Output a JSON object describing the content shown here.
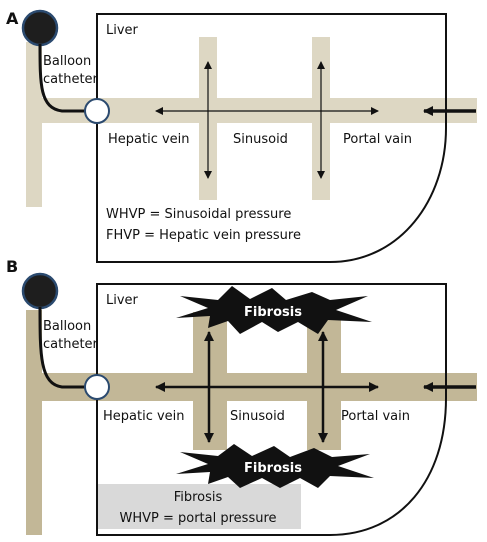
{
  "panels": {
    "a": {
      "letter": "A",
      "liver": "Liver",
      "balloon_line1": "Balloon",
      "balloon_line2": "catheter",
      "hepatic_vein": "Hepatic vein",
      "sinusoid": "Sinusoid",
      "portal_vein": "Portal vain",
      "note_line1": "WHVP = Sinusoidal pressure",
      "note_line2": "FHVP = Hepatic vein pressure"
    },
    "b": {
      "letter": "B",
      "liver": "Liver",
      "balloon_line1": "Balloon",
      "balloon_line2": "catheter",
      "hepatic_vein": "Hepatic vein",
      "sinusoid": "Sinusoid",
      "portal_vein": "Portal vain",
      "fibrosis_top": "Fibrosis",
      "fibrosis_bottom": "Fibrosis",
      "note_line1": "Fibrosis",
      "note_line2": "WHVP = portal pressure"
    }
  },
  "colors": {
    "vessel_a": "#ddd7c3",
    "vessel_b": "#c2b797",
    "note_box_b": "#d9d9d9",
    "balloon_dark": "#1e1e1e",
    "balloon_ring": "#2b4a6f"
  }
}
